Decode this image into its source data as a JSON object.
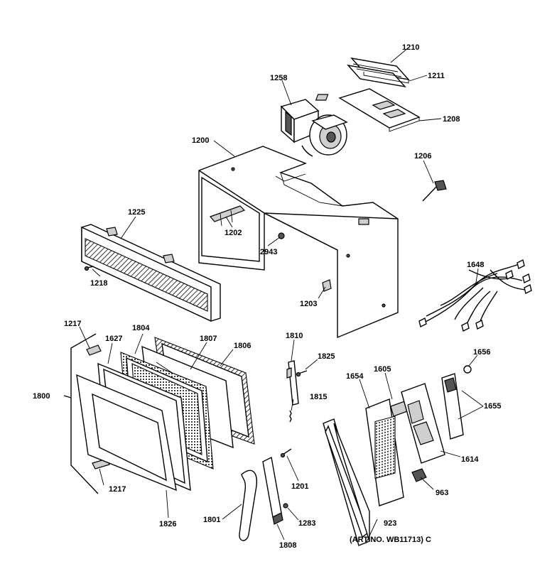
{
  "diagram": {
    "art_number": "(ART NO. WB11713) C",
    "labels": [
      {
        "id": "1210",
        "text": "1210"
      },
      {
        "id": "1211",
        "text": "1211"
      },
      {
        "id": "1258",
        "text": "1258"
      },
      {
        "id": "1208",
        "text": "1208"
      },
      {
        "id": "1200",
        "text": "1200"
      },
      {
        "id": "1206",
        "text": "1206"
      },
      {
        "id": "1225",
        "text": "1225"
      },
      {
        "id": "1202",
        "text": "1202"
      },
      {
        "id": "2943",
        "text": "2943"
      },
      {
        "id": "1648",
        "text": "1648"
      },
      {
        "id": "1218",
        "text": "1218"
      },
      {
        "id": "1203",
        "text": "1203"
      },
      {
        "id": "1217a",
        "text": "1217"
      },
      {
        "id": "1804",
        "text": "1804"
      },
      {
        "id": "1627",
        "text": "1627"
      },
      {
        "id": "1807",
        "text": "1807"
      },
      {
        "id": "1806",
        "text": "1806"
      },
      {
        "id": "1810",
        "text": "1810"
      },
      {
        "id": "1825",
        "text": "1825"
      },
      {
        "id": "1656",
        "text": "1656"
      },
      {
        "id": "1800",
        "text": "1800"
      },
      {
        "id": "1654",
        "text": "1654"
      },
      {
        "id": "1605",
        "text": "1605"
      },
      {
        "id": "1815",
        "text": "1815"
      },
      {
        "id": "1655",
        "text": "1655"
      },
      {
        "id": "1614",
        "text": "1614"
      },
      {
        "id": "1217b",
        "text": "1217"
      },
      {
        "id": "1201",
        "text": "1201"
      },
      {
        "id": "963",
        "text": "963"
      },
      {
        "id": "1826",
        "text": "1826"
      },
      {
        "id": "1801",
        "text": "1801"
      },
      {
        "id": "923",
        "text": "923"
      },
      {
        "id": "1283",
        "text": "1283"
      },
      {
        "id": "1808",
        "text": "1808"
      }
    ]
  }
}
